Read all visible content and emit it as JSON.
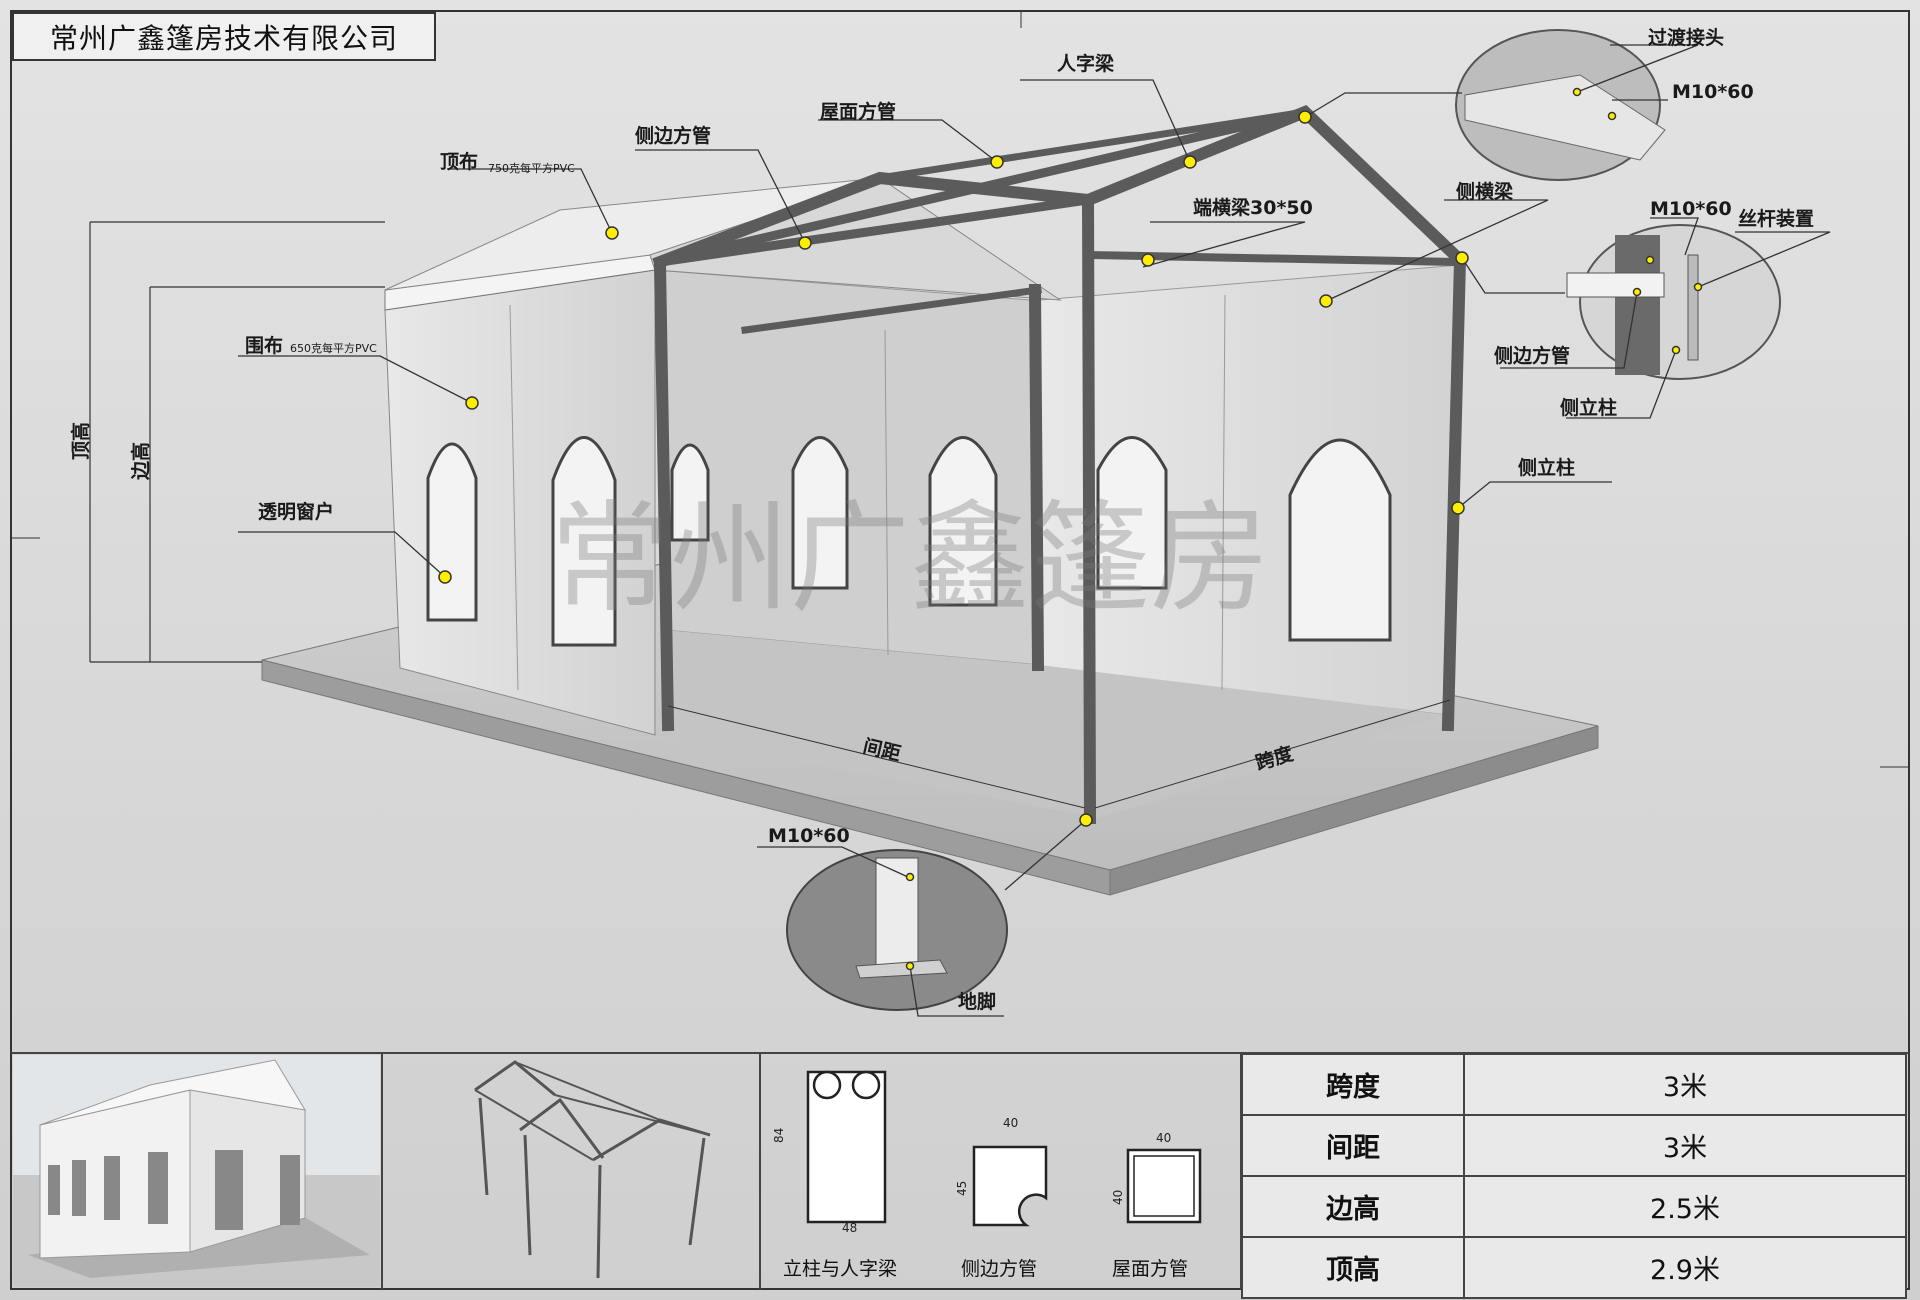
{
  "header": {
    "company": "常州广鑫篷房技术有限公司"
  },
  "watermark": "常州广鑫篷房",
  "callouts": {
    "top_fabric": "顶布",
    "top_fabric_spec": "750克每平方PVC",
    "side_tube": "侧边方管",
    "roof_tube": "屋面方管",
    "a_beam": "人字梁",
    "end_beam": "端横梁30*50",
    "side_beam": "侧横梁",
    "transition": "过渡接头",
    "m10_a": "M10*60",
    "m10_b": "M10*60",
    "screw_device": "丝杆装置",
    "side_tube_b": "侧边方管",
    "side_post_b": "侧立柱",
    "side_post": "侧立柱",
    "wall_fabric": "围布",
    "wall_fabric_spec": "650克每平方PVC",
    "window": "透明窗户",
    "m10_c": "M10*60",
    "base_plate": "地脚",
    "spacing": "间距",
    "span": "跨度",
    "top_height": "顶高",
    "side_height": "边高"
  },
  "profiles": {
    "post": {
      "caption": "立柱与人字梁",
      "width": "48",
      "height": "84"
    },
    "side": {
      "caption": "侧边方管",
      "width": "40",
      "height": "45"
    },
    "roof": {
      "caption": "屋面方管",
      "width": "40",
      "height": "40"
    }
  },
  "specs": [
    {
      "key": "跨度",
      "value": "3米"
    },
    {
      "key": "间距",
      "value": "3米"
    },
    {
      "key": "边高",
      "value": "2.5米"
    },
    {
      "key": "顶高",
      "value": "2.9米"
    }
  ]
}
